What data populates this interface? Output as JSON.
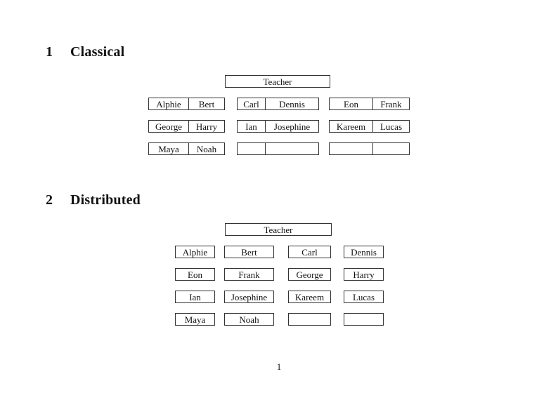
{
  "classical": {
    "heading": {
      "number": "1",
      "title": "Classical"
    },
    "teacher_label": "Teacher",
    "groups": [
      {
        "rows": [
          [
            "Alphie",
            "Bert"
          ],
          [
            "George",
            "Harry"
          ],
          [
            "Maya",
            "Noah"
          ]
        ]
      },
      {
        "rows": [
          [
            "Carl",
            "Dennis"
          ],
          [
            "Ian",
            "Josephine"
          ],
          [
            "",
            ""
          ]
        ]
      },
      {
        "rows": [
          [
            "Eon",
            "Frank"
          ],
          [
            "Kareem",
            "Lucas"
          ],
          [
            "",
            ""
          ]
        ]
      }
    ]
  },
  "distributed": {
    "heading": {
      "number": "2",
      "title": "Distributed"
    },
    "teacher_label": "Teacher",
    "rows": [
      [
        "Alphie",
        "Bert",
        "Carl",
        "Dennis"
      ],
      [
        "Eon",
        "Frank",
        "George",
        "Harry"
      ],
      [
        "Ian",
        "Josephine",
        "Kareem",
        "Lucas"
      ],
      [
        "Maya",
        "Noah",
        "",
        ""
      ]
    ]
  },
  "footer": {
    "page_number": "1"
  },
  "colors": {
    "text": "#111111",
    "border": "#333333",
    "background": "#ffffff"
  }
}
